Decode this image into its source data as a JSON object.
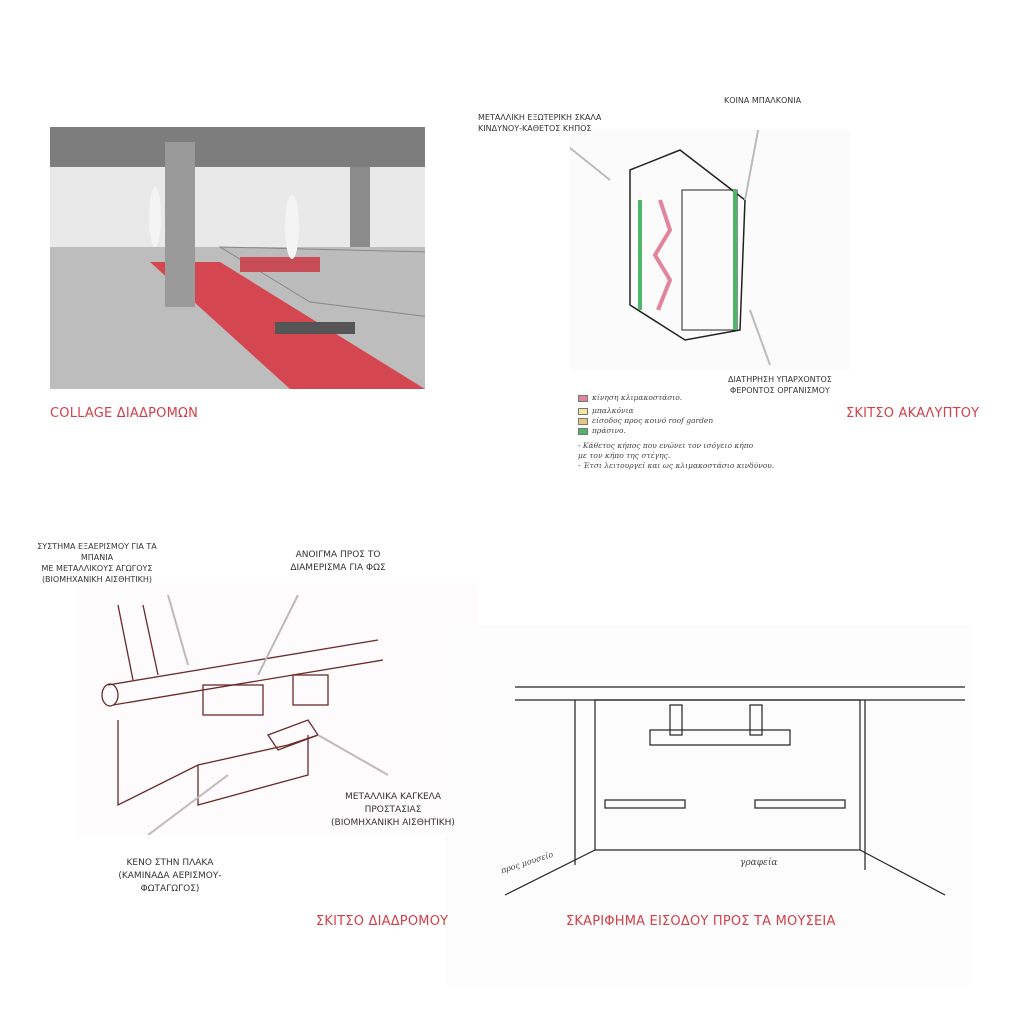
{
  "panels": {
    "collage": {
      "caption": "COLLAGE ΔΙΑΔΡΟΜΩΝ"
    },
    "courtyard": {
      "caption": "ΣΚΙΤΣΟ ΑΚΑΛΥΠΤΟΥ",
      "labels": {
        "stair": [
          "ΜΕΤΑΛΛΙΚΗ ΕΞΩΤΕΡΙΚΗ ΣΚΑΛΑ",
          "ΚΙΝΔΥΝΟΥ-ΚΑΘΕΤΟΣ ΚΗΠΟΣ"
        ],
        "balconies": "ΚΟΙΝΑ ΜΠΑΛΚΟΝΙΑ",
        "structure": [
          "ΔΙΑΤΗΡΗΣΗ ΥΠΑΡΧΟΝΤΟΣ",
          "ΦΕΡΟΝΤΟΣ ΟΡΓΑΝΙΣΜΟΥ"
        ]
      },
      "legend": [
        {
          "label": "κίνηση κλιμακοστάσιο.",
          "color": "#e2849c"
        },
        {
          "label": "μπαλκόνια",
          "color": "#f3e7a0"
        },
        {
          "label": "είσοδος προς κοινό roof garden",
          "color": "#e8c77a"
        },
        {
          "label": "πράσινο.",
          "color": "#4fb56a"
        }
      ],
      "notes": [
        "- Κάθετος κήπος που ενώνει τον ισόγειο κήπο",
        "με τον κήπο της στέγης.",
        "- Έτσι λειτουργεί και ως κλιμακοστάσιο κινδύνου."
      ]
    },
    "corridor": {
      "caption": "ΣΚΙΤΣΟ ΔΙΑΔΡΟΜΟΥ",
      "labels": {
        "ventilation": [
          "ΣΥΣΤΗΜΑ ΕΞΑΕΡΙΣΜΟΥ ΓΙΑ ΤΑ ΜΠΑΝΙΑ",
          "ΜΕ ΜΕΤΑΛΛΙΚΟΥΣ ΑΓΩΓΟΥΣ",
          "(ΒΙΟΜΗΧΑΝΙΚΗ ΑΙΣΘΗΤΙΚΗ)"
        ],
        "opening": [
          "ΑΝΟΙΓΜΑ ΠΡΟΣ ΤΟ",
          "ΔΙΑΜΕΡΙΣΜΑ ΓΙΑ ΦΩΣ"
        ],
        "railings": [
          "ΜΕΤΑΛΛΙΚΑ ΚΑΓΚΕΛΑ ΠΡΟΣΤΑΣΙΑΣ",
          "(ΒΙΟΜΗΧΑΝΙΚΗ ΑΙΣΘΗΤΙΚΗ)"
        ],
        "void": [
          "ΚΕΝΟ ΣΤΗΝ ΠΛΑΚΑ",
          "(ΚΑΜΙΝΑΔΑ ΑΕΡΙΣΜΟΥ-ΦΩΤΑΓΩΓΟΣ)"
        ]
      }
    },
    "entrance": {
      "caption": "ΣΚΑΡΙΦΗΜΑ ΕΙΣΟΔΟΥ ΠΡΟΣ ΤΑ ΜΟΥΣΕΙΑ",
      "notes": {
        "offices": "γραφεία",
        "to_museum": "προς μουσείο"
      }
    }
  }
}
